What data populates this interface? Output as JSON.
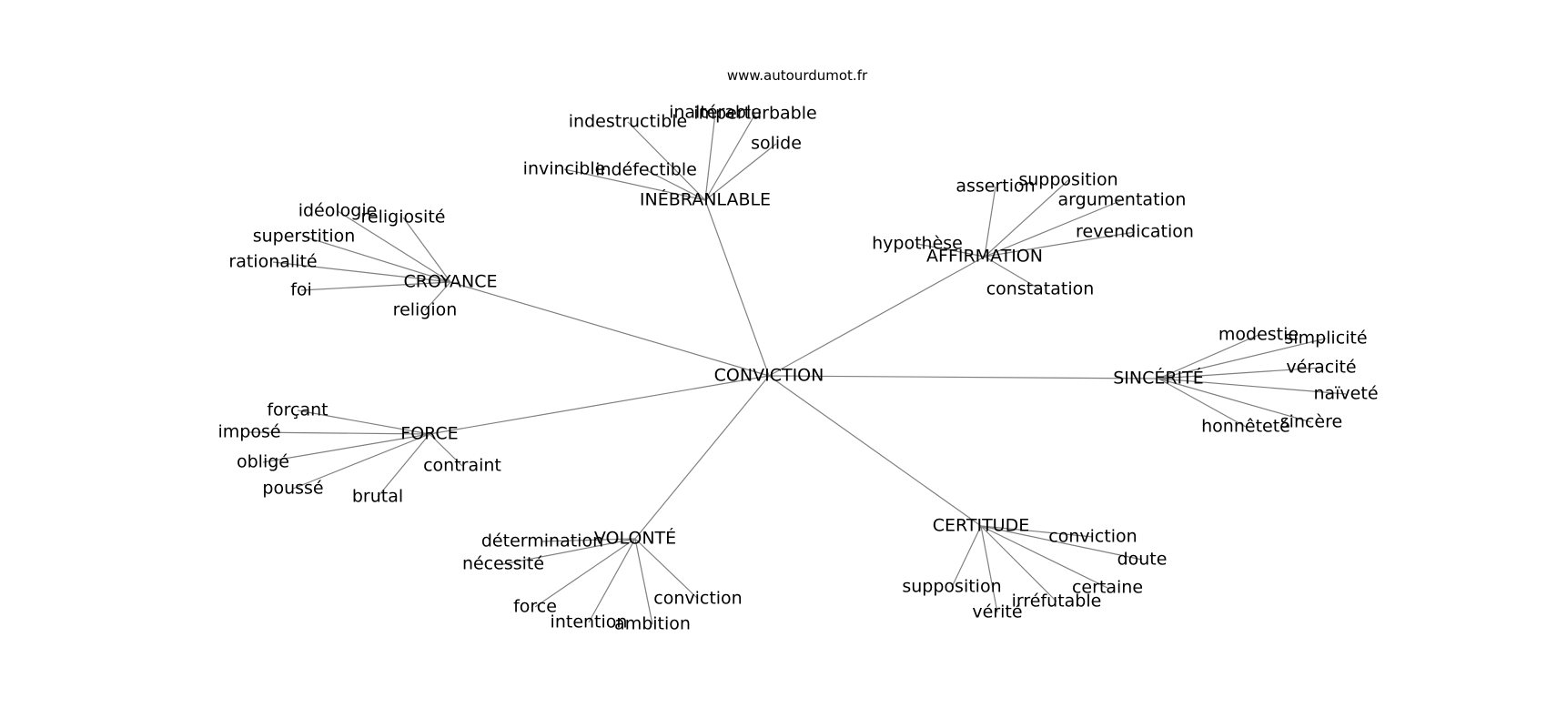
{
  "source": "www.autourdumot.fr",
  "graph": {
    "center": "CONVICTION",
    "groups": [
      {
        "hub": "INÉBRANLABLE",
        "words": [
          "indestructible",
          "inaltérable",
          "imperturbable",
          "solide",
          "invincible",
          "indéfectible"
        ]
      },
      {
        "hub": "CROYANCE",
        "words": [
          "idéologie",
          "religiosité",
          "superstition",
          "rationalité",
          "foi",
          "religion"
        ]
      },
      {
        "hub": "AFFIRMATION",
        "words": [
          "assertion",
          "supposition",
          "argumentation",
          "revendication",
          "hypothèse",
          "constatation"
        ]
      },
      {
        "hub": "SINCÉRITÉ",
        "words": [
          "modestie",
          "simplicité",
          "véracité",
          "naïveté",
          "sincère",
          "honnêteté"
        ]
      },
      {
        "hub": "FORCE",
        "words": [
          "forçant",
          "imposé",
          "obligé",
          "poussé",
          "brutal",
          "contraint"
        ]
      },
      {
        "hub": "VOLONTÉ",
        "words": [
          "détermination",
          "nécessité",
          "force",
          "intention",
          "ambition",
          "conviction"
        ]
      },
      {
        "hub": "CERTITUDE",
        "words": [
          "conviction",
          "doute",
          "certaine",
          "irréfutable",
          "vérité",
          "supposition"
        ]
      }
    ]
  }
}
